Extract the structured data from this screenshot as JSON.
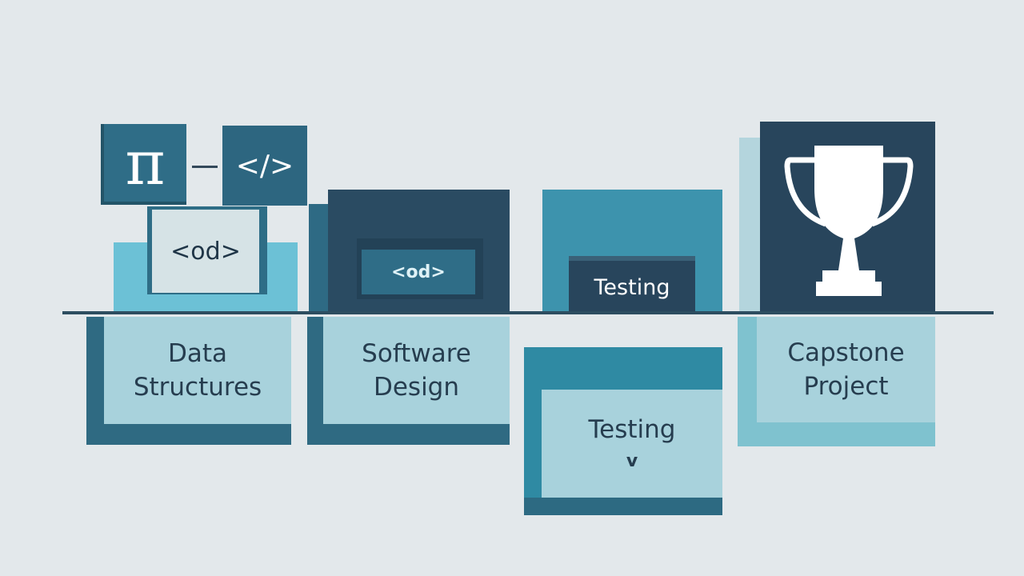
{
  "colors": {
    "background": "#e3e8eb",
    "navy": "#28455c",
    "teal_dark": "#2f6a82",
    "teal_mid": "#3d93ad",
    "teal_light": "#6cc1d6",
    "card_light": "#a8d2dc"
  },
  "icons": {
    "pi_symbol": "π",
    "code_tag": "</>",
    "code_box": "<od>",
    "code_box_2": "<od>",
    "testing_tag": "Testing",
    "trophy": "trophy-icon"
  },
  "steps": [
    {
      "label": "Data\nStructures"
    },
    {
      "label": "Software\nDesign"
    },
    {
      "label": "Testing",
      "sub": "v"
    },
    {
      "label": "Capstone\nProject"
    }
  ]
}
